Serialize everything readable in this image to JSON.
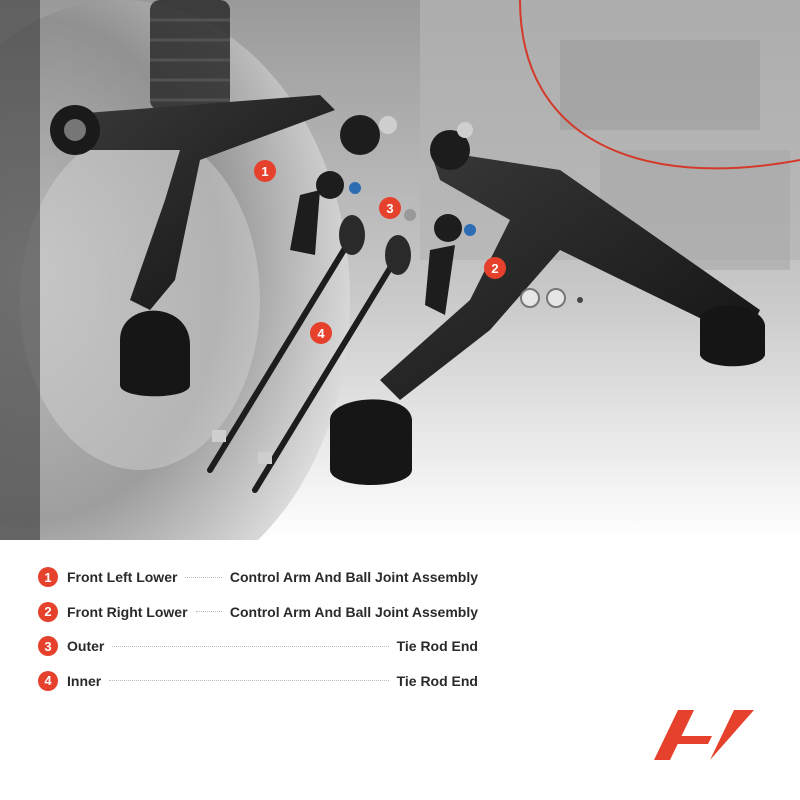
{
  "callouts": [
    "1",
    "2",
    "3",
    "4"
  ],
  "legend": [
    {
      "num": "1",
      "label": "Front Left Lower",
      "value": "Control Arm And Ball Joint Assembly"
    },
    {
      "num": "2",
      "label": "Front Right Lower",
      "value": "Control Arm And Ball Joint Assembly"
    },
    {
      "num": "3",
      "label": "Outer",
      "value": "Tie Rod End"
    },
    {
      "num": "4",
      "label": "Inner",
      "value": "Tie Rod End"
    }
  ],
  "colors": {
    "accent": "#e5412d",
    "text": "#2a2a2a",
    "part": "#1c1c1c"
  },
  "brand": {
    "logo": "A-Premium logo mark"
  }
}
